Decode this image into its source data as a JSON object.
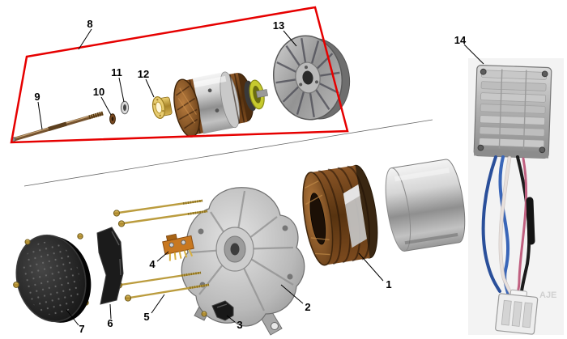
{
  "callouts": {
    "c1": "1",
    "c2": "2",
    "c3": "3",
    "c4": "4",
    "c5": "5",
    "c6": "6",
    "c7": "7",
    "c8": "8",
    "c9": "9",
    "c10": "10",
    "c11": "11",
    "c12": "12",
    "c13": "13",
    "c14": "14"
  },
  "watermark": "AJE",
  "colors": {
    "highlight_box": "#e60000",
    "copper_winding": "#6b3f18",
    "bearing_gold": "#c8a040",
    "aluminum": "#b5b5b5",
    "cover_black": "#141414",
    "wire_blue": "#2a4f9a",
    "wire_black": "#1c1c1c",
    "wire_pink": "#c06080",
    "wire_white": "#e4dcd8"
  }
}
